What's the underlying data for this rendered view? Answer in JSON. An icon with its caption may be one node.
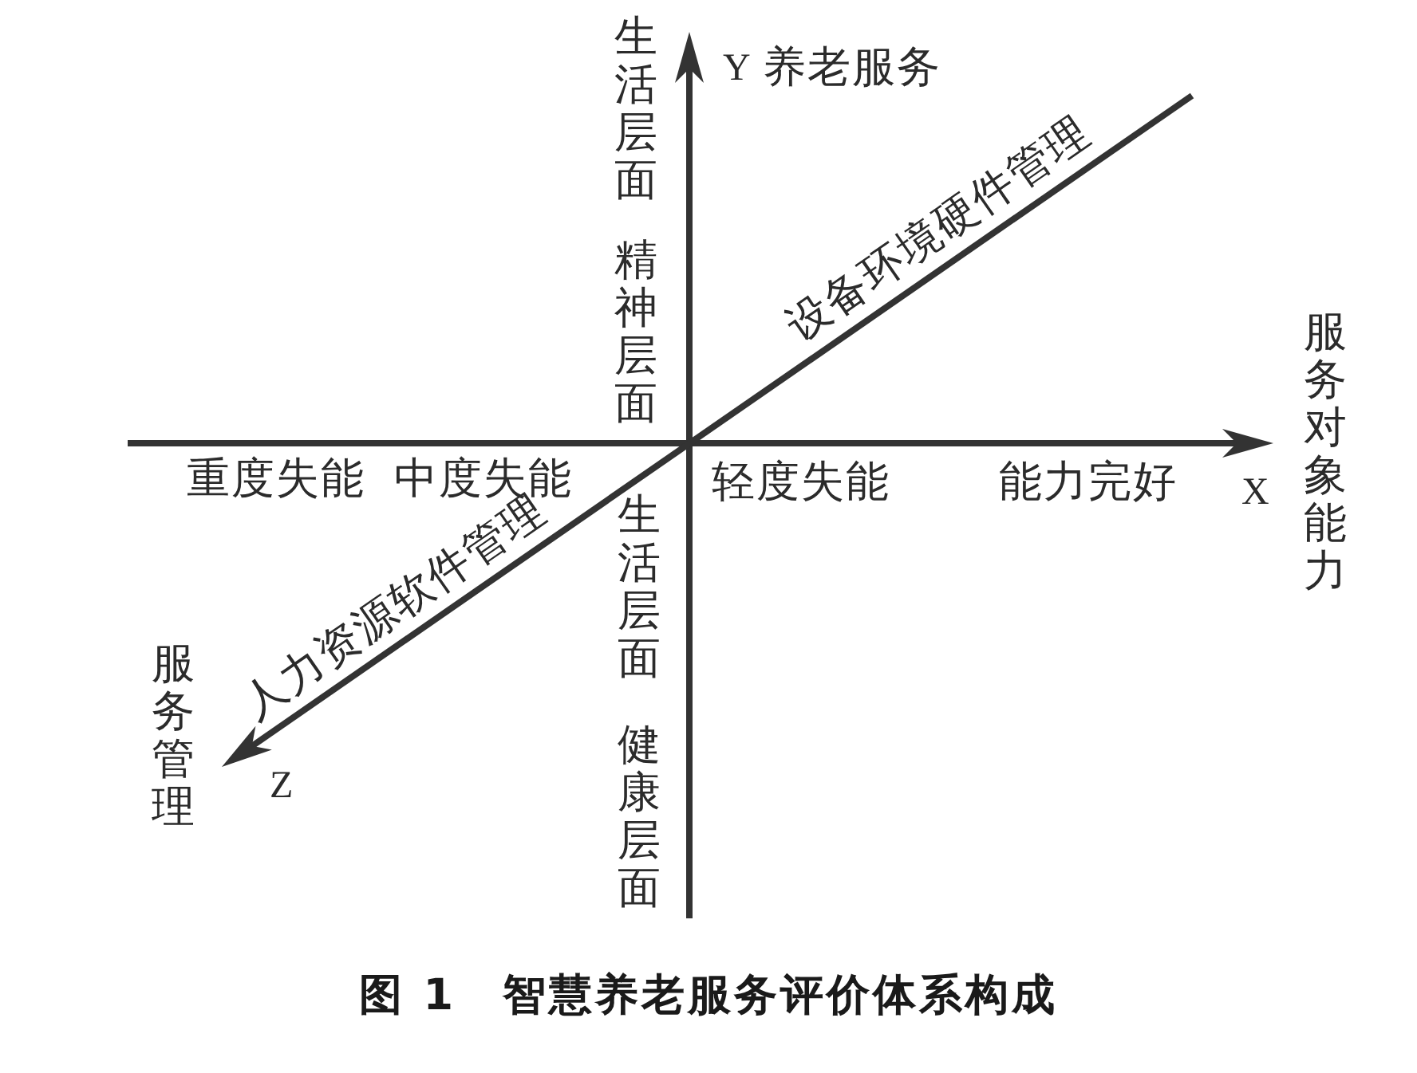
{
  "diagram": {
    "caption": "图 1　智慧养老服务评价体系构成",
    "labels": [
      "生活层面",
      "Y",
      "养老服务",
      "设备环境硬件管理",
      "精神层面",
      "服务对象能力",
      "重度失能",
      "中度失能",
      "轻度失能",
      "能力完好",
      "X",
      "人力资源软件管理",
      "生活层面",
      "服务管理",
      "Z",
      "健康层面"
    ]
  }
}
